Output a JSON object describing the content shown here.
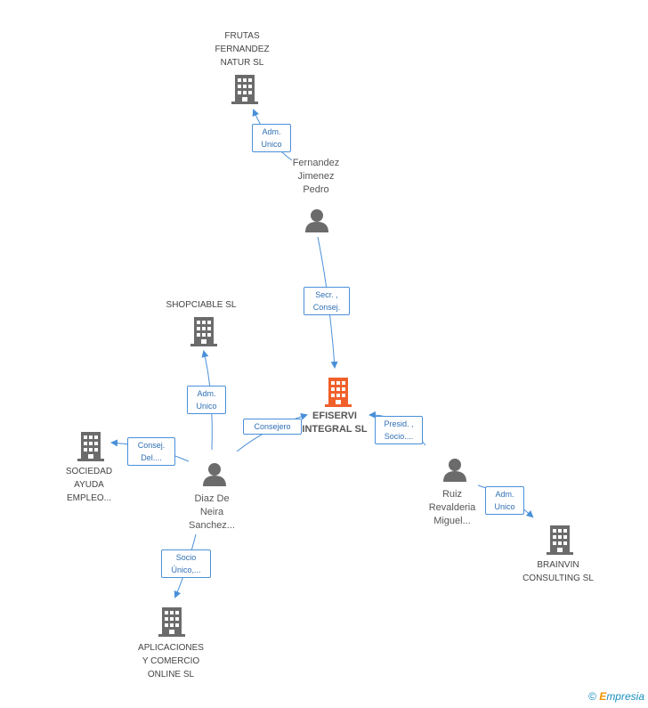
{
  "nodes": {
    "frutas": {
      "label": "FRUTAS\nFERNANDEZ\nNATUR  SL",
      "icon": "building-icon"
    },
    "fernandez": {
      "label": "Fernandez\nJimenez\nPedro",
      "icon": "person-icon"
    },
    "shopciable": {
      "label": "SHOPCIABLE SL",
      "icon": "building-icon"
    },
    "efiservi": {
      "label": "EFISERVI\nINTEGRAL SL",
      "icon": "building-icon",
      "color": "#f0602a"
    },
    "sociedad": {
      "label": "SOCIEDAD\nAYUDA\nEMPLEO...",
      "icon": "building-icon"
    },
    "diaz": {
      "label": "Diaz De\nNeira\nSanchez...",
      "icon": "person-icon"
    },
    "ruiz": {
      "label": "Ruiz\nRevalderia\nMiguel...",
      "icon": "person-icon"
    },
    "brainvin": {
      "label": "BRAINVIN\nCONSULTING SL",
      "icon": "building-icon"
    },
    "aplicaciones": {
      "label": "APLICACIONES\nY COMERCIO\nONLINE SL",
      "icon": "building-icon"
    }
  },
  "edges": {
    "fernandez_frutas": "Adm.\nUnico",
    "fernandez_efiservi": "Secr. ,\nConsej.",
    "diaz_shopciable": "Adm.\nUnico",
    "diaz_efiservi": "Consejero",
    "diaz_sociedad": "Consej.\nDel....",
    "ruiz_efiservi": "Presid. ,\nSocio....",
    "ruiz_brainvin": "Adm.\nUnico",
    "diaz_aplicaciones": "Socio\nÚnico,..."
  },
  "colors": {
    "building": "#6b6b6b",
    "person": "#6b6b6b",
    "center": "#f0602a",
    "edge": "#4a90d9"
  },
  "watermark": {
    "copyright": "©",
    "brand_e": "E",
    "brand_rest": "mpresia"
  }
}
